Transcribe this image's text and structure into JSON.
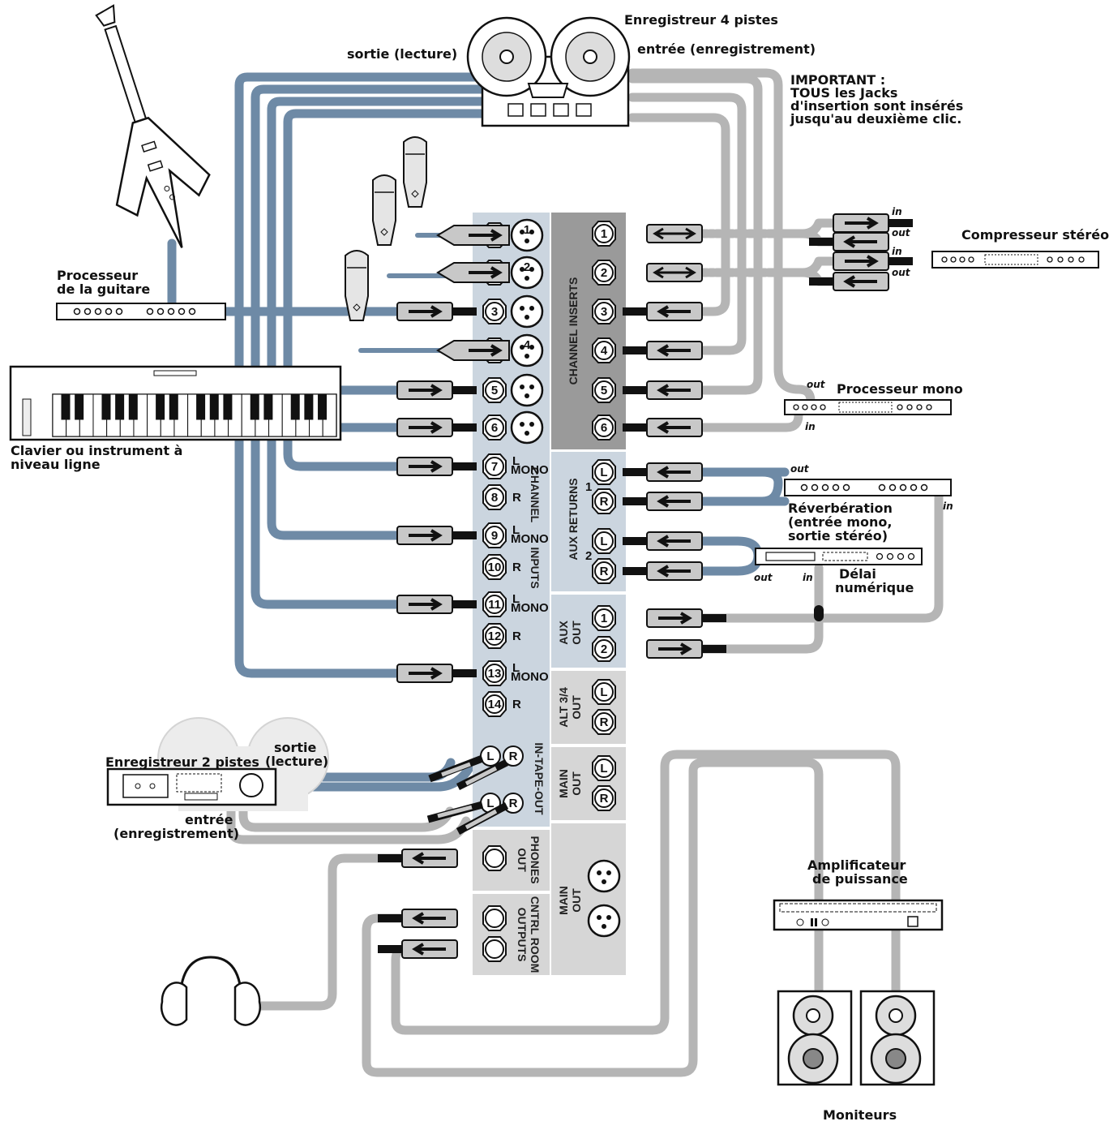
{
  "colors": {
    "blue_cable": "#6e8aa6",
    "grey_cable": "#b5b5b5",
    "panel_blue": "#cbd5df",
    "panel_grey": "#d6d6d6",
    "panel_dark": "#9a9a9a",
    "jack_body": "#c8c8c8"
  },
  "labels": {
    "recorder4": "Enregistreur 4 pistes",
    "out_play": "sortie (lecture)",
    "in_rec": "entrée (enregistrement)",
    "important_1": "IMPORTANT :",
    "important_2": "TOUS les Jacks",
    "important_3": "d'insertion sont insérés",
    "important_4": "jusqu'au deuxième clic.",
    "guitar_proc_1": "Processeur",
    "guitar_proc_2": "de la guitare",
    "keyboard_1": "Clavier ou instrument à",
    "keyboard_2": "niveau ligne",
    "compressor": "Compresseur stéréo",
    "mono_proc": "Processeur mono",
    "reverb_1": "Réverbération",
    "reverb_2": "(entrée mono,",
    "reverb_3": "sortie stéréo)",
    "delay_1": "Délai",
    "delay_2": "numérique",
    "recorder2": "Enregistreur 2 pistes",
    "rec2_out_1": "sortie",
    "rec2_out_2": "(lecture)",
    "rec2_in_1": "entrée",
    "rec2_in_2": "(enregistrement)",
    "amp_1": "Amplificateur",
    "amp_2": "de puissance",
    "monitors": "Moniteurs",
    "in": "in",
    "out": "out"
  },
  "panel": {
    "channel_inserts": "CHANNEL INSERTS",
    "channel_inputs_a": "CHANNEL",
    "channel_inputs_b": "INPUTS",
    "aux_returns": "AUX RETURNS",
    "aux_out_a": "AUX",
    "aux_out_b": "OUT",
    "alt_out_a": "ALT 3/4",
    "alt_out_b": "OUT",
    "intape_out": "IN-TAPE-OUT",
    "main_out_a": "MAIN",
    "main_out_b": "OUT",
    "phones_a": "PHONES",
    "phones_b": "OUT",
    "ctrl_a": "CNTRL ROOM",
    "ctrl_b": "OUTPUTS",
    "channels": [
      "1",
      "2",
      "3",
      "4",
      "5",
      "6",
      "7",
      "8",
      "9",
      "10",
      "11",
      "12",
      "13",
      "14"
    ],
    "L": "L",
    "R": "R",
    "mono": "MONO",
    "aux1": "1",
    "aux2": "2"
  }
}
